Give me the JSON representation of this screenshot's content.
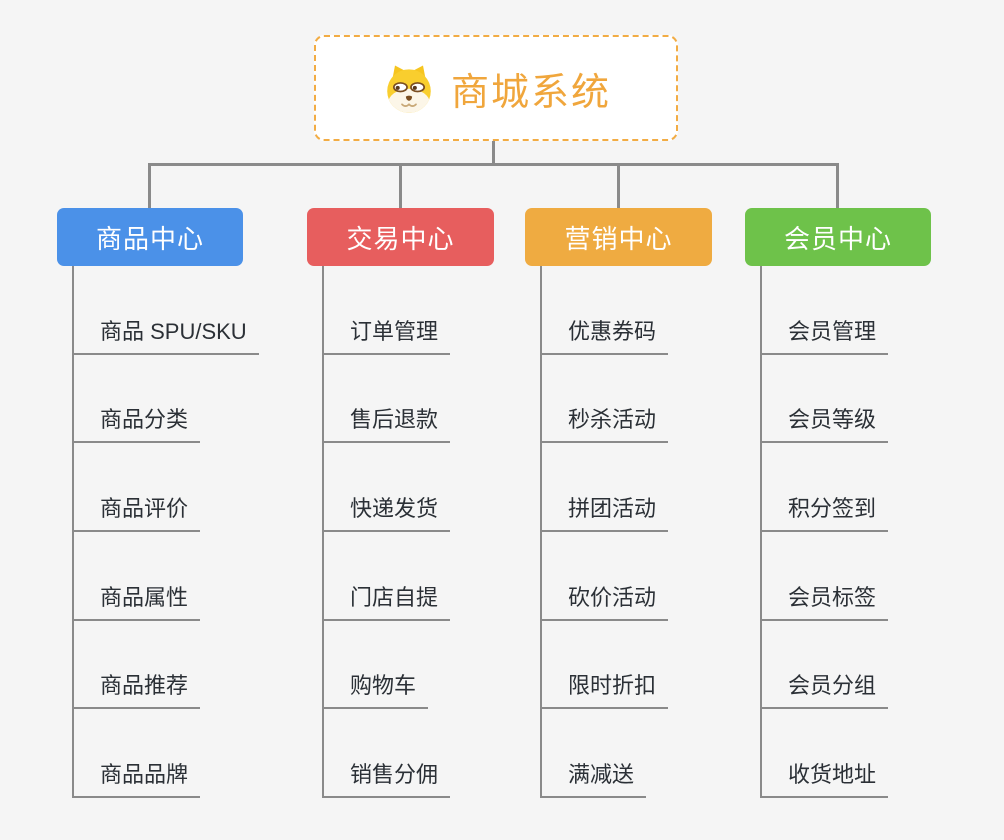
{
  "page": {
    "background": "#F5F5F5",
    "connector_color": "#8A8A8A"
  },
  "root": {
    "title": "商城系统",
    "icon": "dog-icon",
    "accent_color": "#F0A63C",
    "border_style": "dashed"
  },
  "branches": [
    {
      "label": "商品中心",
      "color": "#4B91E8",
      "children": [
        "商品 SPU/SKU",
        "商品分类",
        "商品评价",
        "商品属性",
        "商品推荐",
        "商品品牌"
      ]
    },
    {
      "label": "交易中心",
      "color": "#E75E5E",
      "children": [
        "订单管理",
        "售后退款",
        "快递发货",
        "门店自提",
        "购物车",
        "销售分佣"
      ]
    },
    {
      "label": "营销中心",
      "color": "#EFAB41",
      "children": [
        "优惠券码",
        "秒杀活动",
        "拼团活动",
        "砍价活动",
        "限时折扣",
        "满减送"
      ]
    },
    {
      "label": "会员中心",
      "color": "#6EC24A",
      "children": [
        "会员管理",
        "会员等级",
        "积分签到",
        "会员标签",
        "会员分组",
        "收货地址"
      ]
    }
  ]
}
